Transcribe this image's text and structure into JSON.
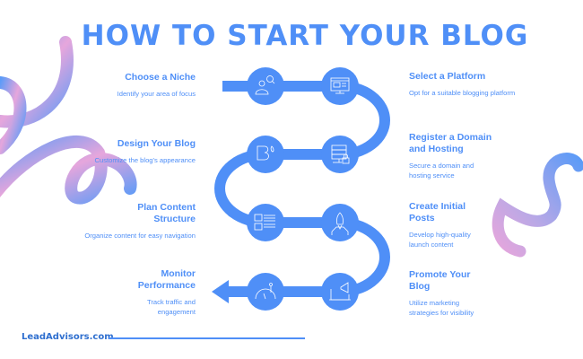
{
  "title": "HOW TO START YOUR BLOG",
  "colors": {
    "primary": "#4f8ff7",
    "gradient_pink": "#e6a6dc",
    "gradient_blue": "#5d9bf7"
  },
  "steps": [
    {
      "title": "Choose a Niche",
      "desc": "Identify your area of focus",
      "icon": "user-search-icon"
    },
    {
      "title": "Select a Platform",
      "desc": "Opt for a suitable blogging platform",
      "icon": "browser-window-icon"
    },
    {
      "title": "Register a Domain and Hosting",
      "desc": "Secure a domain and hosting service",
      "icon": "server-lock-icon"
    },
    {
      "title": "Design Your Blog",
      "desc": "Customize the blog's appearance",
      "icon": "blog-design-icon"
    },
    {
      "title": "Plan Content Structure",
      "desc": "Organize content for easy navigation",
      "icon": "content-layout-icon"
    },
    {
      "title": "Create Initial Posts",
      "desc": "Develop high-quality launch content",
      "icon": "rocket-launch-icon"
    },
    {
      "title": "Promote Your Blog",
      "desc": "Utilize marketing strategies for visibility",
      "icon": "megaphone-laptop-icon"
    },
    {
      "title": "Monitor Performance",
      "desc": "Track traffic and engagement",
      "icon": "speedometer-icon"
    }
  ],
  "footer": {
    "brand": "LeadAdvisors.com"
  }
}
